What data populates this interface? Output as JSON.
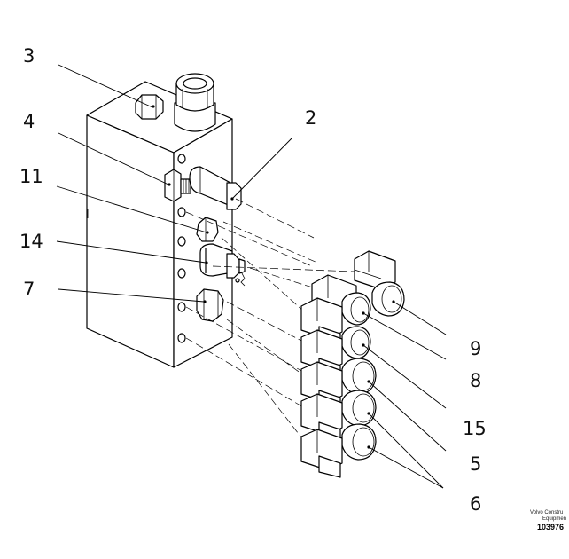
{
  "labels": {
    "n3": "3",
    "n4": "4",
    "n11": "11",
    "n14": "14",
    "n7": "7",
    "n2": "2",
    "n9": "9",
    "n8": "8",
    "n15": "15",
    "n5": "5",
    "n6": "6"
  },
  "footer": {
    "credit_line1": "Volvo Constru",
    "credit_line2": "Equipmen",
    "doc_number": "103976"
  }
}
